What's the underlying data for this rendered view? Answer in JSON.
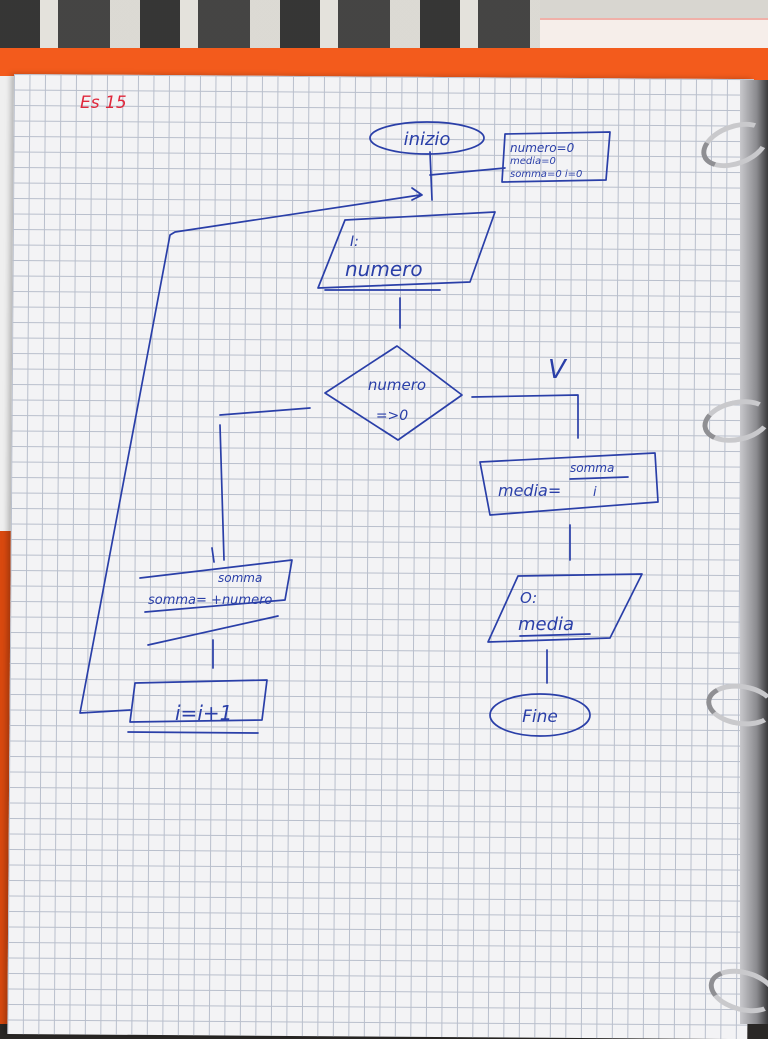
{
  "photo": {
    "label": {
      "exercise": "Es 15"
    },
    "flowchart": {
      "start": "inizio",
      "init": [
        "numero=0",
        "media=0",
        "somma=0  i=0"
      ],
      "input": {
        "prefix": "I:",
        "var": "numero"
      },
      "condition": {
        "top": "numero",
        "bottom": "=>0"
      },
      "yes_label": "V",
      "media": {
        "lhs": "media=",
        "num": "somma",
        "den": "i"
      },
      "output": {
        "prefix": "O:",
        "var": "media"
      },
      "end": "Fine",
      "sum": {
        "top": "somma",
        "line": "somma= +numero"
      },
      "increment": "i=i+1"
    }
  },
  "colors": {
    "ink": "#2a3fa8",
    "red_ink": "#e0283c",
    "binder": "#f35b1c",
    "paper": "#f3f3f5",
    "grid": "#b9bfcc"
  }
}
